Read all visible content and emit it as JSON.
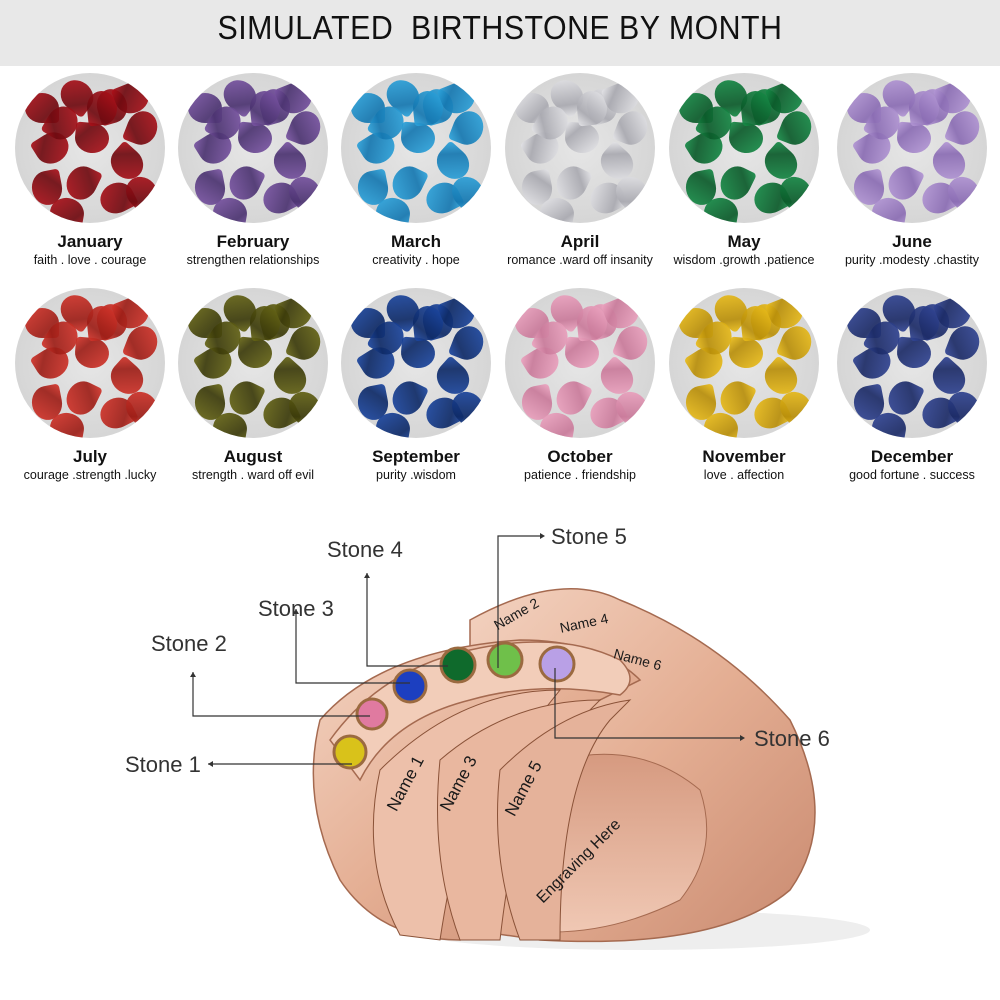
{
  "header": {
    "title": "SIMULATED  BIRTHSTONE BY MONTH",
    "background": "#e8e8e8"
  },
  "months": [
    {
      "name": "January",
      "traits": "faith . love . courage",
      "color": "#b3111a",
      "shade": "#6e0a10"
    },
    {
      "name": "February",
      "traits": "strengthen relationships",
      "color": "#7e57a8",
      "shade": "#4b3370"
    },
    {
      "name": "March",
      "traits": "creativity  .  hope",
      "color": "#2fa8e0",
      "shade": "#1577b0"
    },
    {
      "name": "April",
      "traits": "romance  .ward off insanity",
      "color": "#e9e9ec",
      "shade": "#a9a9b0"
    },
    {
      "name": "May",
      "traits": "wisdom .growth .patience",
      "color": "#17914a",
      "shade": "#0b5a2a"
    },
    {
      "name": "June",
      "traits": "purity .modesty .chastity",
      "color": "#b79bd8",
      "shade": "#8a6cb3"
    },
    {
      "name": "July",
      "traits": "courage .strength .lucky",
      "color": "#d8362c",
      "shade": "#9c1e17"
    },
    {
      "name": "August",
      "traits": "strength  . ward off evil",
      "color": "#6b6a16",
      "shade": "#3b3a0a"
    },
    {
      "name": "September",
      "traits": "purity .wisdom",
      "color": "#1d4aa8",
      "shade": "#0e2a66"
    },
    {
      "name": "October",
      "traits": "patience . friendship",
      "color": "#f0a8c4",
      "shade": "#c97a9a"
    },
    {
      "name": "November",
      "traits": "love . affection",
      "color": "#f0c21c",
      "shade": "#b88e0a"
    },
    {
      "name": "December",
      "traits": "good fortune . success",
      "color": "#34489a",
      "shade": "#1c2b66"
    }
  ],
  "diagram": {
    "ring_color": "#e7b49b",
    "ring_shade": "#c98a70",
    "callouts": [
      {
        "label": "Stone 1",
        "stone_color": "#d9c21a"
      },
      {
        "label": "Stone 2",
        "stone_color": "#e07aa0"
      },
      {
        "label": "Stone 3",
        "stone_color": "#1c3fc0"
      },
      {
        "label": "Stone 4",
        "stone_color": "#0f6a2c"
      },
      {
        "label": "Stone 5",
        "stone_color": "#6fc04a"
      },
      {
        "label": "Stone 6",
        "stone_color": "#b9a0e6"
      }
    ],
    "names": [
      "Name 1",
      "Name 2",
      "Name 3",
      "Name 4",
      "Name 5",
      "Name 6"
    ],
    "engraving": "Engraving Here"
  }
}
